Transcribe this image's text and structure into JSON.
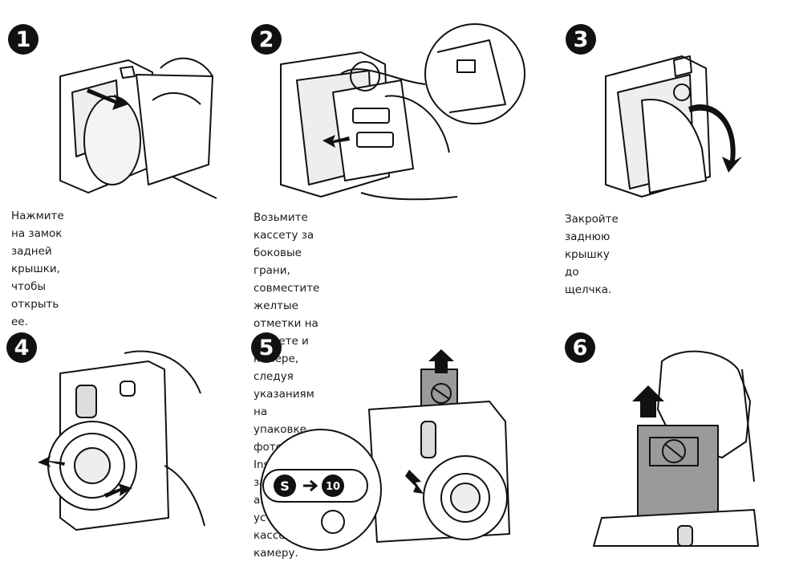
{
  "steps": [
    {
      "number": "1",
      "caption_lines": [
        "Нажмите на замок задней",
        "крышки, чтобы открыть ее."
      ]
    },
    {
      "number": "2",
      "caption_lines": [
        "Возьмите кассету за боковые грани, совместите",
        "желтые отметки на кассете и камере, следуя",
        "указаниям на упаковке фотобумаги Instax mini,",
        "затем аккуратно установите кассету в камеру."
      ]
    },
    {
      "number": "3",
      "caption_lines": [
        "Закройте заднюю крышку до щелчка."
      ]
    },
    {
      "number": "4",
      "caption_lines": []
    },
    {
      "number": "5",
      "caption_lines": [],
      "counter": {
        "from": "S",
        "to": "10"
      }
    },
    {
      "number": "6",
      "caption_lines": []
    }
  ],
  "icons": [
    "arrow-icon",
    "prohibited-icon",
    "hand-icon",
    "camera-icon",
    "film-pack-icon"
  ],
  "colors": {
    "line": "#111111",
    "film": "#9a9a9a",
    "badge": "#111111"
  }
}
